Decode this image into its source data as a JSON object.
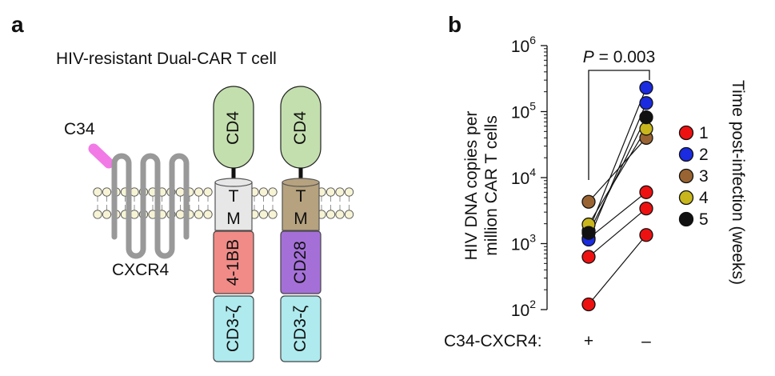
{
  "panel_a": {
    "letter": "a",
    "title": "HIV-resistant Dual-CAR T cell",
    "labels": {
      "c34": "C34",
      "cxcr4": "CXCR4",
      "tm_t": "T",
      "tm_m": "M"
    },
    "car_left": {
      "top": "CD4",
      "costim": "4-1BB",
      "signal": "CD3-ζ"
    },
    "car_right": {
      "top": "CD4",
      "costim": "CD28",
      "signal": "CD3-ζ"
    },
    "colors": {
      "cd4": "#c4dfae",
      "tm_left": "#e7e7e7",
      "tm_right": "#b6a27e",
      "costim_left": "#f08b87",
      "costim_right": "#a470d8",
      "signal": "#aeeaee",
      "c34": "#f27ae6",
      "cxcr4": "#999999",
      "lipid": "#f7f4d6"
    }
  },
  "panel_b": {
    "letter": "b",
    "pvalue_label": "= 0.003",
    "pvalue_italic": "P",
    "xlabel": "C34-CXCR4:",
    "legend_title": "Time post-infection (weeks)"
  },
  "chart_data": {
    "type": "scatter",
    "title": "",
    "ylabel_lines": [
      "HIV DNA copies per",
      "million CAR T cells"
    ],
    "yscale": "log",
    "ylim": [
      100,
      1000000
    ],
    "yticks": [
      {
        "value": 100,
        "base": "10",
        "exp": "2"
      },
      {
        "value": 1000,
        "base": "10",
        "exp": "3"
      },
      {
        "value": 10000,
        "base": "10",
        "exp": "4"
      },
      {
        "value": 100000,
        "base": "10",
        "exp": "5"
      },
      {
        "value": 1000000,
        "base": "10",
        "exp": "6"
      }
    ],
    "categories": [
      "+",
      "–"
    ],
    "legend": {
      "title": "Time post-infection (weeks)",
      "placement": "right"
    },
    "series": [
      {
        "name": "1",
        "color": "#ee1111",
        "pairs": [
          [
            120,
            1350
          ],
          [
            630,
            3400
          ],
          [
            1200,
            6000
          ]
        ]
      },
      {
        "name": "2",
        "color": "#1a2be0",
        "pairs": [
          [
            1150,
            135000
          ],
          [
            1550,
            230000
          ]
        ]
      },
      {
        "name": "3",
        "color": "#9a6432",
        "pairs": [
          [
            4300,
            40000
          ]
        ]
      },
      {
        "name": "4",
        "color": "#c8b61c",
        "pairs": [
          [
            1950,
            55000
          ]
        ]
      },
      {
        "name": "5",
        "color": "#111111",
        "pairs": [
          [
            1450,
            82000
          ]
        ]
      }
    ],
    "annotation": "P = 0.003"
  }
}
